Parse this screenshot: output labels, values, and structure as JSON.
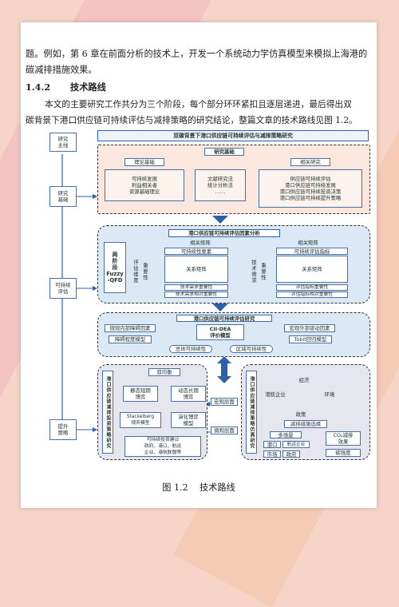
{
  "paragraphs": [
    "题。例如，第 6 章在前面分析的技术上，开发一个系统动力学仿真模型来模拟上海港的",
    "碳减排措施效果。"
  ],
  "section": {
    "number": "1.4.2",
    "title": "技术路线"
  },
  "body": [
    "本文的主要研究工作共分为三个阶段，每个部分环环紧扣且逐层递进，最后得出双",
    "碳背景下港口供应链可持续评估与减排策略的研究结论，整篇文章的技术路线见图 1.2。"
  ],
  "figure": {
    "top_banner": "双碳背景下港口供应链可持续评估与减排策略研究",
    "side": {
      "main": "研究\n主线",
      "basis": "研究\n基础",
      "eval": "可持续\n评估",
      "strategy": "提升\n策略"
    },
    "stage1": {
      "title": "研究基础",
      "theory_title": "理论基础",
      "theory_items": "可持续发展\n利益相关者\n资源基础理论",
      "method": "文献研究法\n统计分析法\n……",
      "related_title": "相关研究",
      "related_items": "供应链可持续评估\n港口供应链可持续发展\n港口供应链可持续投资决策\n港口供应链可持续提升策略"
    },
    "stage2": {
      "title": "港口供应链可持续评估因素分析",
      "fuzzy": "两\n阶\n段\nFuzzy\n-QFD",
      "left_top": "相关矩阵",
      "left_req": "可持续性要素",
      "left_rel": "关系矩阵",
      "left_bottom1": "技术需求重要性",
      "left_bottom2": "技术需求相对重要性",
      "left_v1": "评估维度",
      "left_v2": "重要性",
      "right_top": "相关矩阵",
      "right_req": "可持续评估指标",
      "right_rel": "关系矩阵",
      "right_bottom1": "评估指标重要性",
      "right_bottom2": "评估指标相对重要性",
      "right_v1": "技术需求",
      "right_v2": "重要性"
    },
    "stage3": {
      "title": "港口供应链可持续评估研究",
      "micro": "微观内部障碍因素",
      "micro_model": "障碍程度模型",
      "center": "CII-DEA\n评价模型",
      "macro": "宏观外部驱动因素",
      "macro_model": "Tobit回归模型",
      "total": "总体可持续性",
      "regional": "区域可持续性"
    },
    "stage4": {
      "left_title": "港口供应链减排投资策略研究",
      "game": "双均衡",
      "static": "静态短期\n博弈",
      "dynamic": "动态长期\n博弈",
      "stackelberg": "Stackelberg\n博弈模型",
      "evolution": "演化博弈\n模型",
      "advice": "可持续投资建议\n政府、港口、航运\n企业、港航联盟等",
      "macro_level": "宏观层面",
      "micro_level": "微观层面",
      "right_title": "港口供应链减排策略仿真研究",
      "economy": "经济",
      "enterprise": "港航企业",
      "environment": "环境",
      "policy": "政策",
      "reduction": "减排措施选择",
      "scenario": "多场景",
      "port": "港口",
      "shipping": "航运企业",
      "market": "市场",
      "gov": "政府",
      "co2": "CO₂减排\n效果",
      "carbon": "碳强度"
    },
    "caption": "图 1.2    技术路线"
  },
  "colors": {
    "accent": "#2f5fa8",
    "stage1_bg": "#fbe7de",
    "stage_blue_bg": "#dbe8f6",
    "stage4_bg": "#e6e6ee"
  }
}
